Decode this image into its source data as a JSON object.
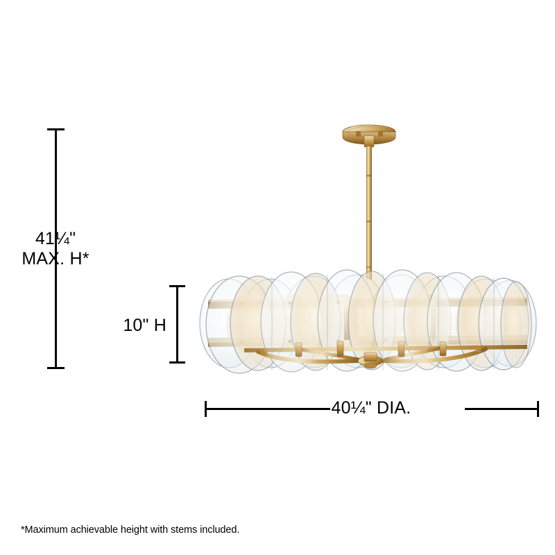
{
  "diagram": {
    "type": "product-dimension-diagram",
    "product": "drum chandelier with overlapping glass discs",
    "background_color": "#ffffff",
    "line_color": "#000000"
  },
  "dimensions": {
    "max_height": {
      "value_line_1": "41¼\"",
      "value_line_2": "MAX. H*",
      "axis": "vertical"
    },
    "fixture_height": {
      "value": "10\" H",
      "axis": "vertical"
    },
    "diameter": {
      "value": "40¼\" DIA.",
      "axis": "horizontal"
    }
  },
  "footnote": {
    "text": "*Maximum achievable height with stems included."
  },
  "fixture": {
    "finish_colors": {
      "gold_light": "#e7d3a4",
      "gold_mid": "#cbа濃",
      "gold_base": "#c9a25b",
      "gold_dark": "#9c7430",
      "gold_shadow": "#7e5b22",
      "glass_edge": "#8e9aa2",
      "glass_fill": "#f4f7f9",
      "glass_mottle": "#e0c9a6"
    },
    "parts": {
      "canopy": "ceiling-canopy",
      "stem": "downrod-stem",
      "bands": "horizontal-gold-bands",
      "discs": "glass-discs",
      "arms": "bottom-arm-assembly",
      "sockets": "light-sockets"
    },
    "disc_count": 16,
    "band_count": 2
  }
}
